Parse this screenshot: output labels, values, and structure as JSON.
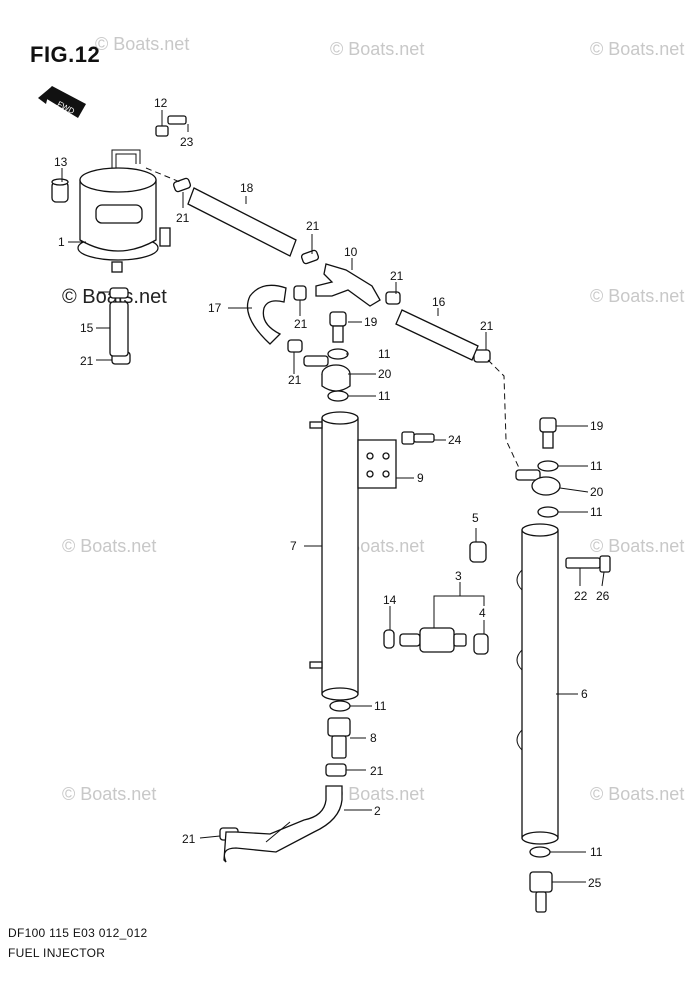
{
  "figure_title": "FIG.12",
  "direction_tag": "FWD",
  "footer": {
    "model_code": "DF100 115 E03 012_012",
    "section_name": "FUEL INJECTOR"
  },
  "watermark": "© Boats.net",
  "callouts": {
    "c1": "1",
    "c2": "2",
    "c3": "3",
    "c4": "4",
    "c5": "5",
    "c6": "6",
    "c7": "7",
    "c8": "8",
    "c9": "9",
    "c10": "10",
    "c11a": "11",
    "c11b": "11",
    "c11c": "11",
    "c11d": "11",
    "c11e": "11",
    "c11f": "11",
    "c12": "12",
    "c13": "13",
    "c14": "14",
    "c15": "15",
    "c16": "16",
    "c17": "17",
    "c18": "18",
    "c19a": "19",
    "c19b": "19",
    "c20a": "20",
    "c20b": "20",
    "c21a": "21",
    "c21b": "21",
    "c21c": "21",
    "c21d": "21",
    "c21e": "21",
    "c21f": "21",
    "c21g": "21",
    "c21h": "21",
    "c21i": "21",
    "c22": "22",
    "c23": "23",
    "c24": "24",
    "c25": "25",
    "c26": "26"
  }
}
